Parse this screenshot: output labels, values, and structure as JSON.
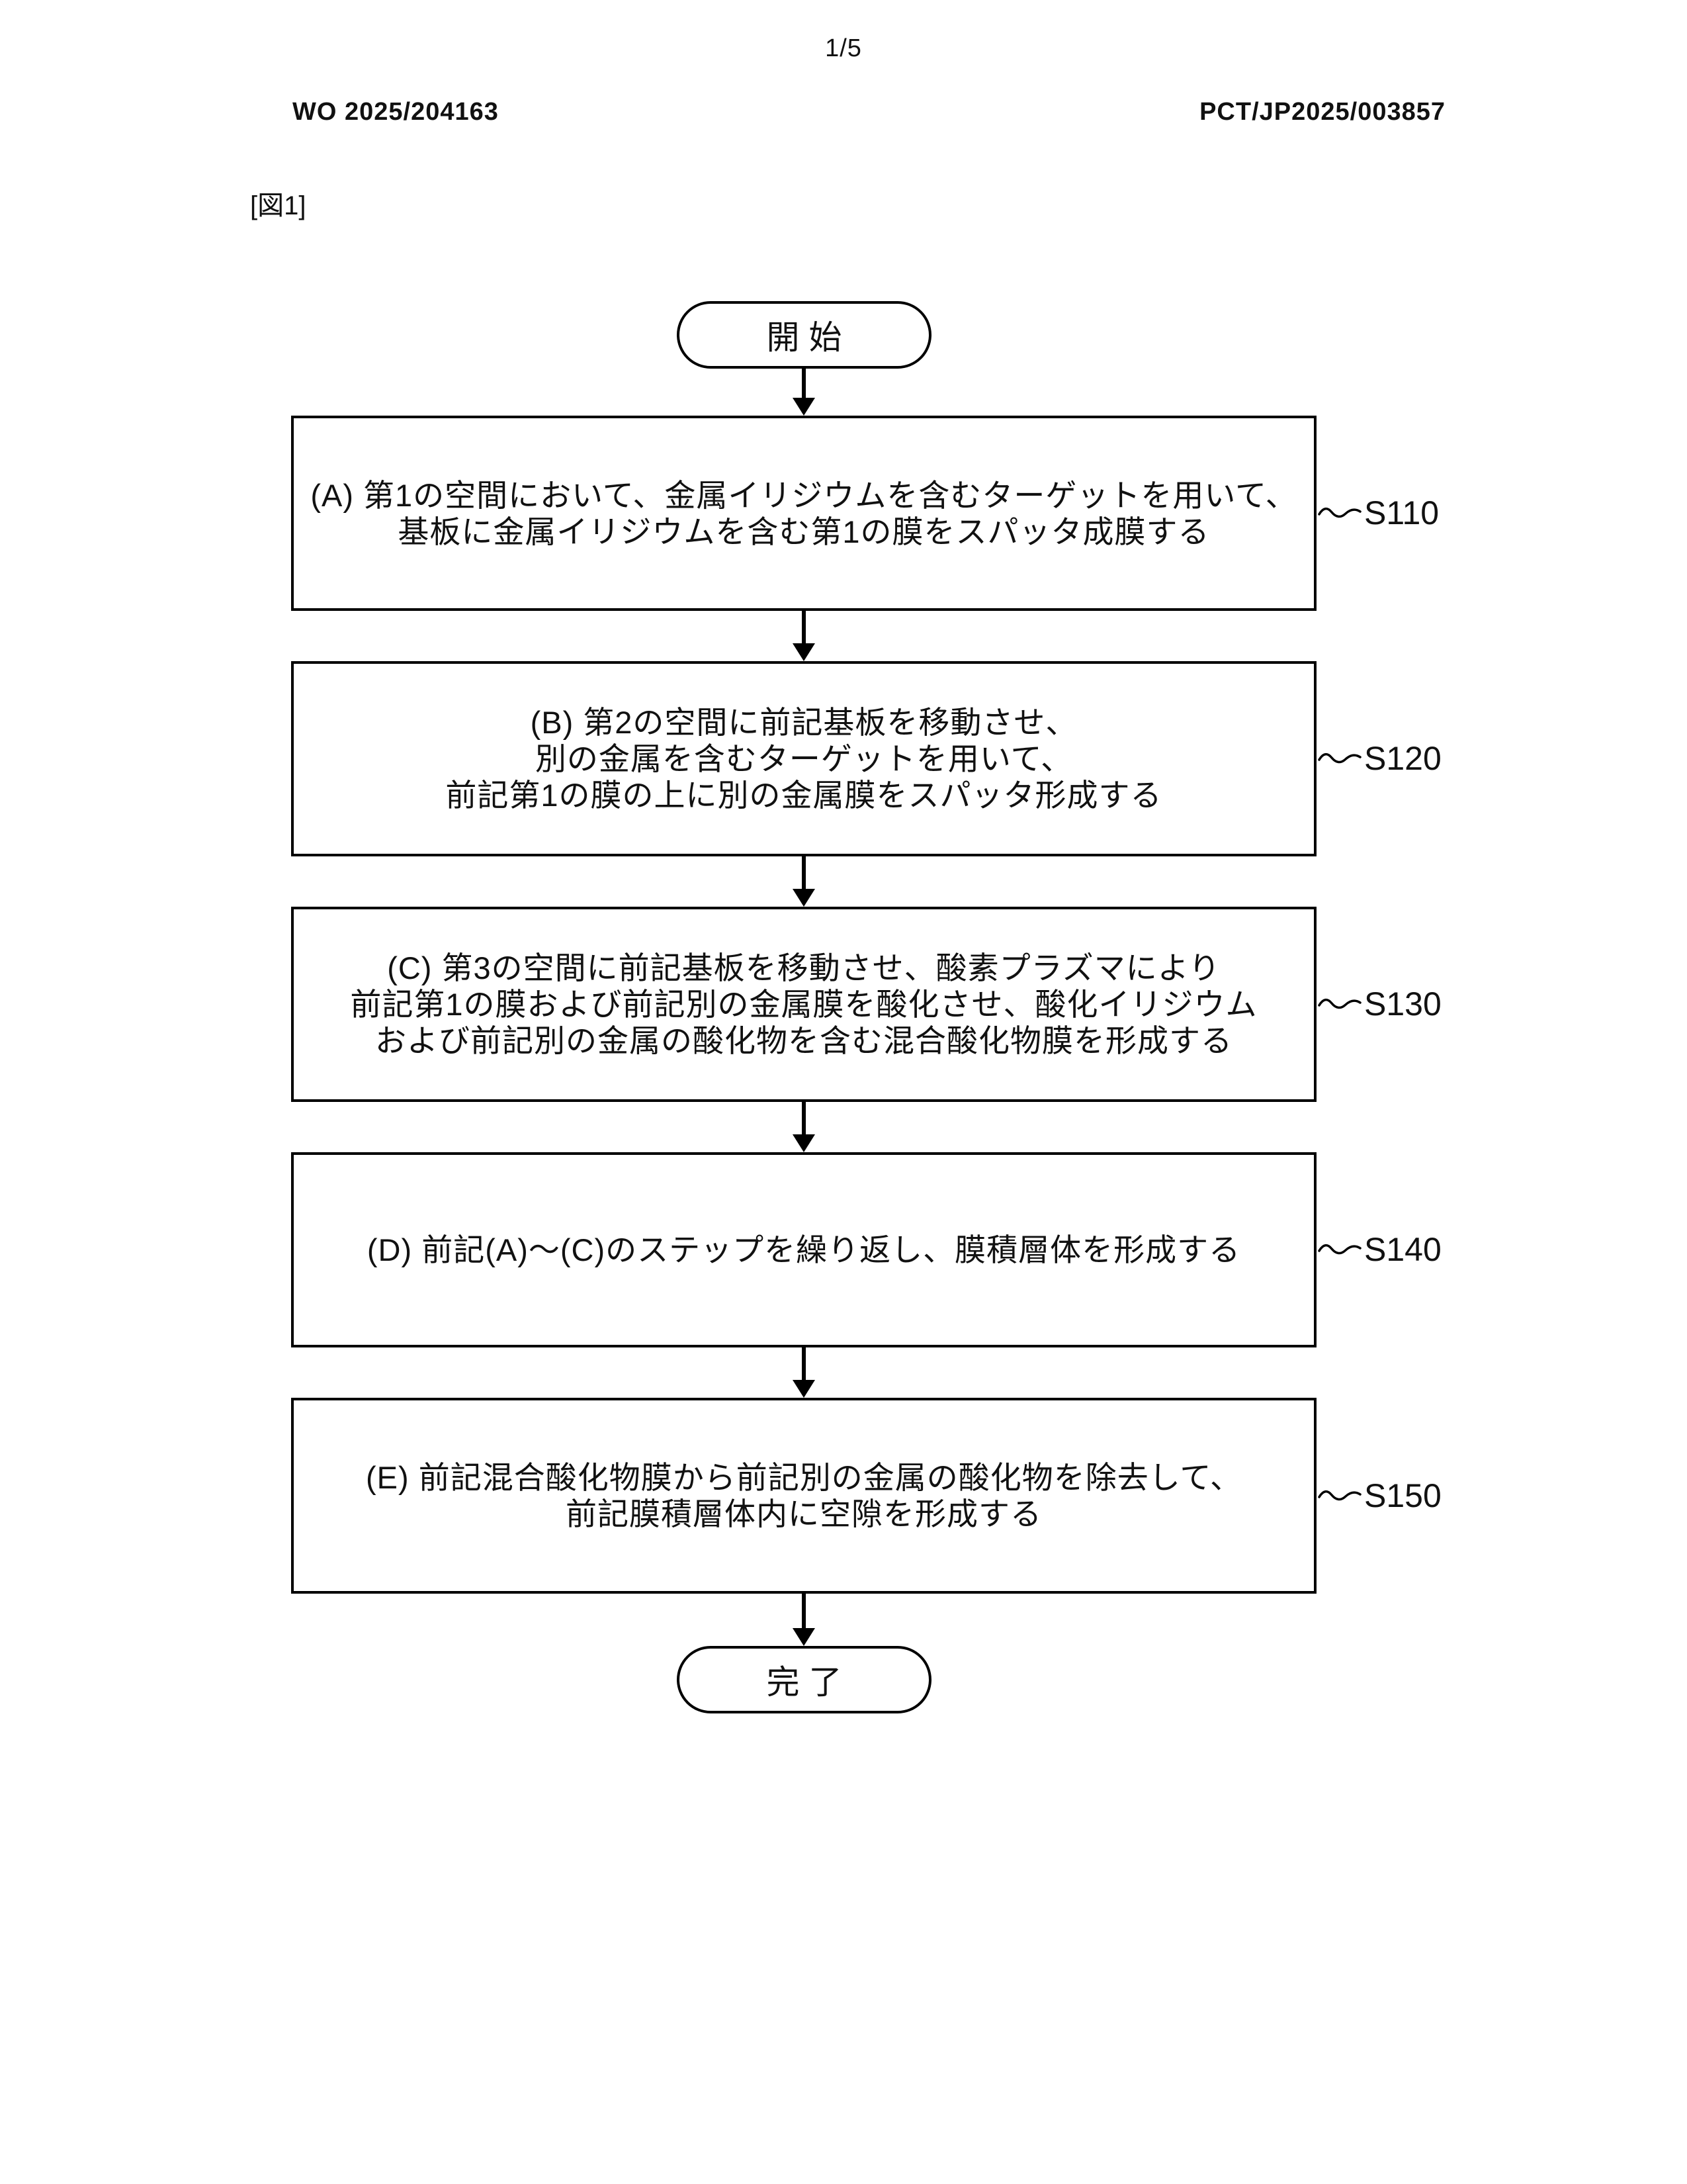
{
  "page": {
    "sheet_number": "1/5",
    "publication_number": "WO 2025/204163",
    "application_number": "PCT/JP2025/003857",
    "figure_label": "[図1]"
  },
  "flowchart": {
    "start_label": "開始",
    "end_label": "完了",
    "connector_icon": "tilde-squiggle",
    "arrowhead_icon": "down-arrowhead",
    "line_color": "#000000",
    "steps": [
      {
        "id": "S110",
        "lines": [
          "(A) 第1の空間において、金属イリジウムを含むターゲットを用いて、",
          "基板に金属イリジウムを含む第1の膜をスパッタ成膜する"
        ]
      },
      {
        "id": "S120",
        "lines": [
          "(B) 第2の空間に前記基板を移動させ、",
          "別の金属を含むターゲットを用いて、",
          "前記第1の膜の上に別の金属膜をスパッタ形成する"
        ]
      },
      {
        "id": "S130",
        "lines": [
          "(C) 第3の空間に前記基板を移動させ、酸素プラズマにより",
          "前記第1の膜および前記別の金属膜を酸化させ、酸化イリジウム",
          "および前記別の金属の酸化物を含む混合酸化物膜を形成する"
        ]
      },
      {
        "id": "S140",
        "lines": [
          "(D) 前記(A)～(C)のステップを繰り返し、膜積層体を形成する"
        ]
      },
      {
        "id": "S150",
        "lines": [
          "(E) 前記混合酸化物膜から前記別の金属の酸化物を除去して、",
          "前記膜積層体内に空隙を形成する"
        ]
      }
    ]
  }
}
